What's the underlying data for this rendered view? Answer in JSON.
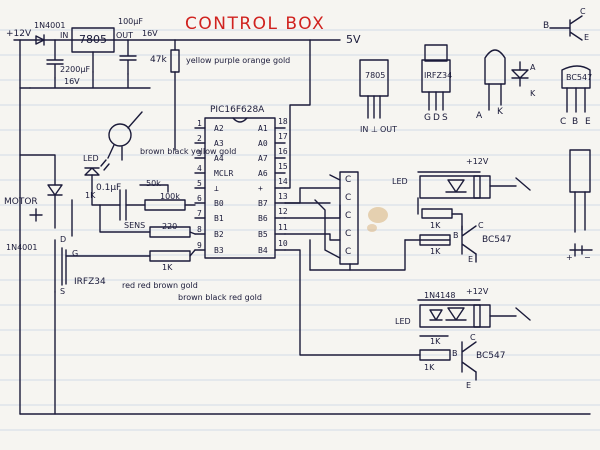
{
  "title": "CONTROL BOX",
  "power": {
    "input_label": "+12V",
    "diode_label": "1N4001",
    "regulator_label": "7805",
    "reg_in": "IN",
    "reg_out": "OUT",
    "cap_in_label": "2200µF",
    "cap_in_voltage": "16V",
    "cap_out_label": "100µF",
    "cap_out_voltage": "16V",
    "rail_label": "5V"
  },
  "resistor_colors": {
    "r47k": "47k",
    "r47k_colors": "yellow purple orange gold",
    "r1k_colors": "red red brown gold",
    "r1k_bottom_colors": "brown black red gold",
    "r220_colors": "red red brown gold"
  },
  "pic": {
    "label": "PIC16F628A",
    "left_pins": [
      "A2",
      "A3",
      "A4",
      "MCLR",
      "⊥",
      "B0",
      "B1",
      "B2",
      "B3"
    ],
    "left_nums": [
      "1",
      "2",
      "3",
      "4",
      "5",
      "6",
      "7",
      "8",
      "9"
    ],
    "right_pins": [
      "A1",
      "A0",
      "A7",
      "A6",
      "+",
      "B7",
      "B6",
      "B5",
      "B4"
    ],
    "right_nums": [
      "18",
      "17",
      "16",
      "15",
      "14",
      "13",
      "12",
      "11",
      "10"
    ]
  },
  "sensor": {
    "led_label": "LED",
    "cap_label": "0.1µF",
    "sens_label": "SENS",
    "pot_label": "50k",
    "res_100k": "100k",
    "res_220": "220",
    "res_1k": "1K",
    "wire_note": "brown black yellow gold"
  },
  "motor": {
    "label": "MOTOR",
    "diode_label": "1N4001",
    "mosfet_label": "IRFZ34",
    "g": "G",
    "d": "D",
    "s": "S",
    "res_1k": "1K"
  },
  "connector": {
    "pins": [
      "C",
      "C",
      "C",
      "C",
      "C"
    ]
  },
  "relays": [
    {
      "led": "LED",
      "res_led": "1K",
      "res_base": "1K",
      "transistor": "BC547",
      "supply": "+12V",
      "diode": "",
      "b": "B",
      "c": "C",
      "e": "E"
    },
    {
      "led": "LED",
      "res_led": "1K",
      "res_base": "1K",
      "transistor": "BC547",
      "supply": "+12V",
      "diode": "1N4148",
      "b": "B",
      "c": "C",
      "e": "E"
    }
  ],
  "legend": {
    "reg_label": "7805",
    "reg_pins": [
      "IN",
      "⊥",
      "OUT"
    ],
    "fet_label": "IRFZ34",
    "fet_pins": [
      "G",
      "D",
      "S"
    ],
    "led_pins": [
      "A",
      "K"
    ],
    "led_pins_side": [
      "A",
      "K"
    ],
    "bjt_label": "BC547",
    "bjt_pins": [
      "C",
      "B",
      "E"
    ],
    "bjt_symbol": [
      "B",
      "C",
      "E"
    ],
    "batt_plus": "+",
    "batt_minus": "−"
  }
}
